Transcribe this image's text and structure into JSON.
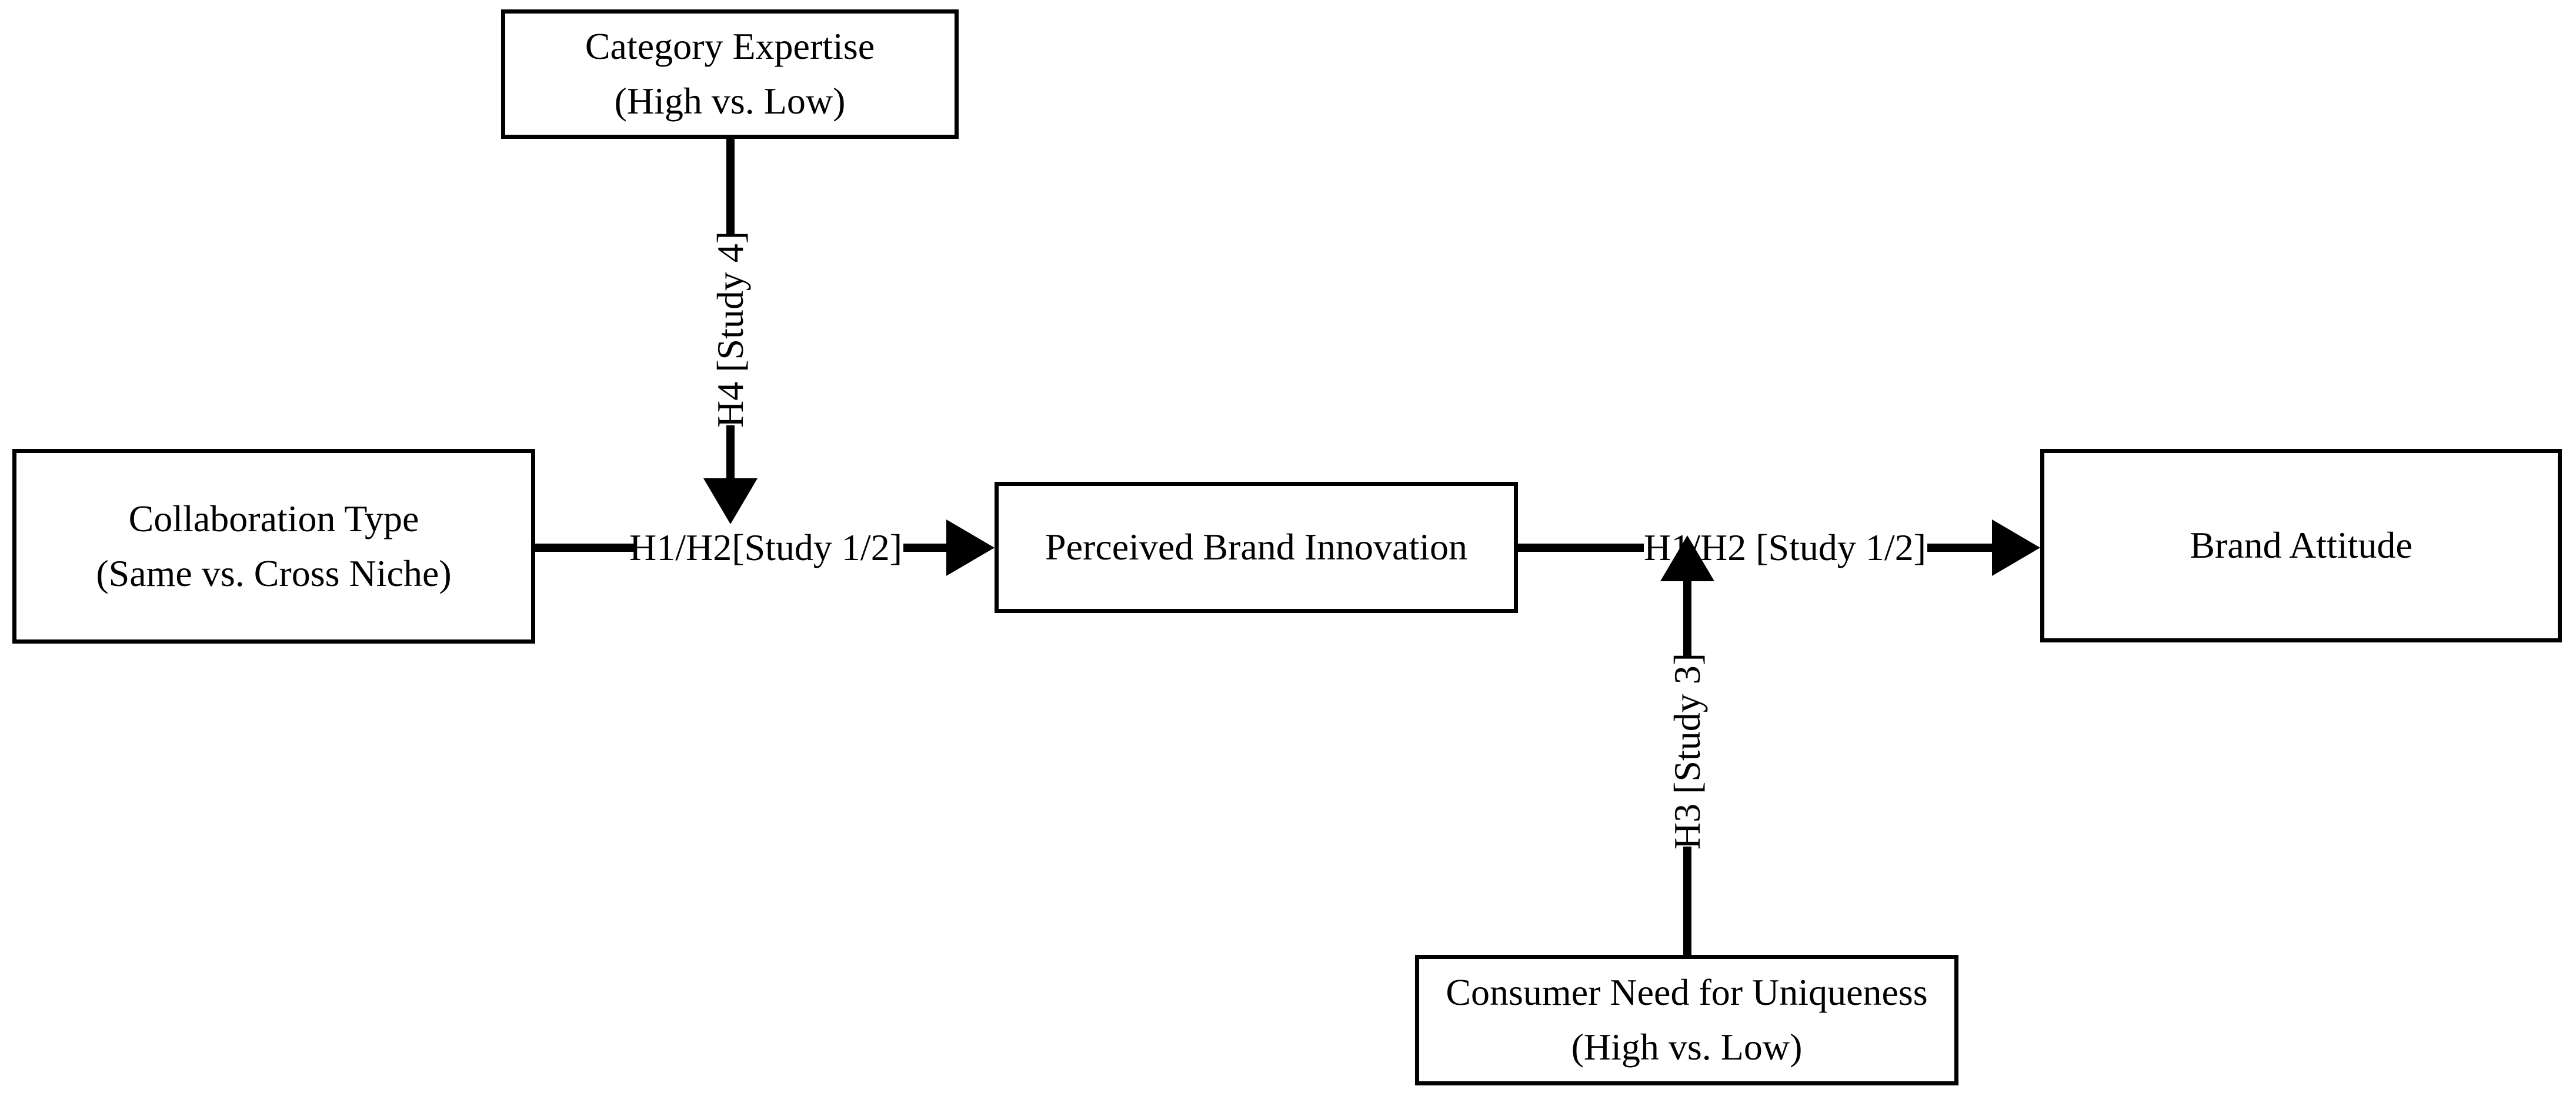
{
  "diagram": {
    "background_color": "#ffffff",
    "stroke_color": "#000000",
    "nodes": [
      {
        "id": "category-expertise",
        "lines": [
          "Category Expertise",
          "(High vs. Low)"
        ]
      },
      {
        "id": "collaboration-type",
        "lines": [
          "Collaboration Type",
          "(Same vs. Cross Niche)"
        ]
      },
      {
        "id": "perceived-brand-innovation",
        "lines": [
          "Perceived Brand Innovation"
        ]
      },
      {
        "id": "brand-attitude",
        "lines": [
          "Brand Attitude"
        ]
      },
      {
        "id": "consumer-need-for-uniqueness",
        "lines": [
          "Consumer Need for Uniqueness",
          "(High vs. Low)"
        ]
      }
    ],
    "edges": [
      {
        "id": "h1h2-left",
        "from": "collaboration-type",
        "to": "perceived-brand-innovation",
        "label": "H1/H2[Study 1/2]"
      },
      {
        "id": "h1h2-right",
        "from": "perceived-brand-innovation",
        "to": "brand-attitude",
        "label": "H1/H2 [Study 1/2]"
      },
      {
        "id": "h4-moderator",
        "from": "category-expertise",
        "to": "h1h2-left",
        "label": "H4 [Study 4]"
      },
      {
        "id": "h3-moderator",
        "from": "consumer-need-for-uniqueness",
        "to": "h1h2-right",
        "label": "H3 [Study 3]"
      }
    ]
  }
}
